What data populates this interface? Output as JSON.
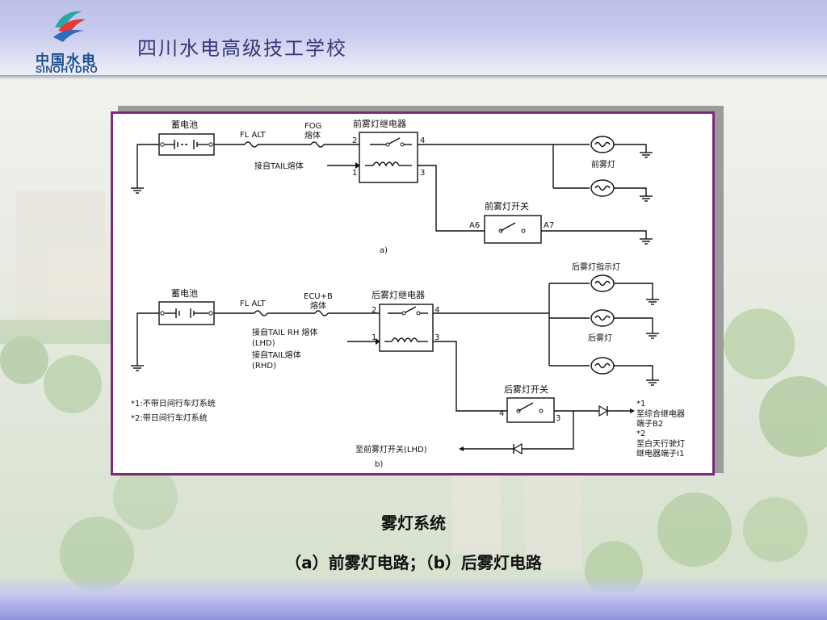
{
  "header": {
    "logo_cn": "中国水电",
    "logo_en": "SINOHYDRO",
    "school_name": "四川水电高级技工学校"
  },
  "diagram_a": {
    "battery": "蓄电池",
    "fl_alt": "FL ALT",
    "fog_fuse_1": "FOG",
    "fog_fuse_2": "熔体",
    "relay": "前雾灯继电器",
    "tail_fuse": "接自TAIL熔体",
    "pin_2": "2",
    "pin_4": "4",
    "pin_1": "1",
    "pin_3": "3",
    "lamp": "前雾灯",
    "switch": "前雾灯开关",
    "switch_a6": "A6",
    "switch_a7": "A7",
    "label": "a)"
  },
  "diagram_b": {
    "battery": "蓄电池",
    "fl_alt": "FL ALT",
    "ecu_fuse_1": "ECU+B",
    "ecu_fuse_2": "熔体",
    "relay": "后雾灯继电器",
    "tail_rh_1": "接自TAIL  RH 熔体",
    "tail_rh_2": "(LHD)",
    "tail_2_1": "接自TAIL熔体",
    "tail_2_2": "(RHD)",
    "pin_2": "2",
    "pin_4": "4",
    "pin_1": "1",
    "pin_3": "3",
    "indicator": "后雾灯指示灯",
    "lamp": "后雾灯",
    "switch": "后雾灯开关",
    "switch_4": "4",
    "switch_3": "3",
    "note_1": "*1:不带日间行车灯系统",
    "note_2": "*2:带日间行车灯系统",
    "dest_1_mark": "*1",
    "dest_1_line1": "至综合继电器",
    "dest_1_line2": "端子B2",
    "dest_2_mark": "*2",
    "dest_2_line1": "至白天行驶灯",
    "dest_2_line2": "继电器端子I1",
    "to_front_switch": "至前雾灯开关(LHD)",
    "label": "b)"
  },
  "captions": {
    "title": "雾灯系统",
    "subtitle": "（a）前雾灯电路；（b）后雾灯电路"
  },
  "colors": {
    "frame": "#7a2a78",
    "title_text": "#353a78",
    "logo_text": "#1f4e8c"
  }
}
